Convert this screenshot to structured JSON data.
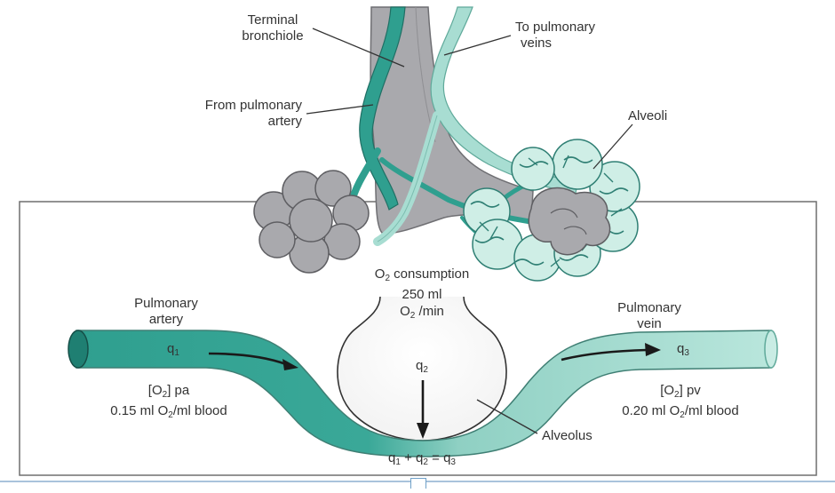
{
  "labels": {
    "terminal_bronchiole": [
      "Terminal",
      "bronchiole"
    ],
    "to_pulmonary_veins": [
      "To pulmonary",
      "veins"
    ],
    "from_pulmonary_artery": [
      "From pulmonary",
      "artery"
    ],
    "alveoli": "Alveoli",
    "o2_consumption": {
      "prefix": "O",
      "sub": "2",
      "suffix": " consumption",
      "amount": "250 ml",
      "rate_prefix": "O",
      "rate_sub": "2",
      "rate_suffix": " /min"
    },
    "pulmonary_artery": [
      "Pulmonary",
      "artery"
    ],
    "pulmonary_vein": [
      "Pulmonary",
      "vein"
    ],
    "q1": {
      "base": "q",
      "sub": "1"
    },
    "q2": {
      "base": "q",
      "sub": "2"
    },
    "q3": {
      "base": "q",
      "sub": "3"
    },
    "conc_pa": {
      "line1_a": "[O",
      "line1_sub": "2",
      "line1_b": "] pa",
      "line2_a": "0.15 ml O",
      "line2_sub": "2",
      "line2_b": "/ml blood"
    },
    "conc_pv": {
      "line1_a": "[O",
      "line1_sub": "2",
      "line1_b": "] pv",
      "line2_a": "0.20 ml O",
      "line2_sub": "2",
      "line2_b": "/ml blood"
    },
    "alveolus": "Alveolus",
    "equation": {
      "q1": "q",
      "s1": "1",
      "plus": " + ",
      "q2": "q",
      "s2": "2",
      "eq": " = ",
      "q3": "q",
      "s3": "3"
    }
  },
  "colors": {
    "artery": "#2f9f8f",
    "artery_dark": "#1f7f72",
    "vein": "#a8ddd2",
    "vein_light": "#c9ece4",
    "airway": "#a9a9ad",
    "airway_dark": "#6f6f73",
    "outline": "#555555"
  }
}
